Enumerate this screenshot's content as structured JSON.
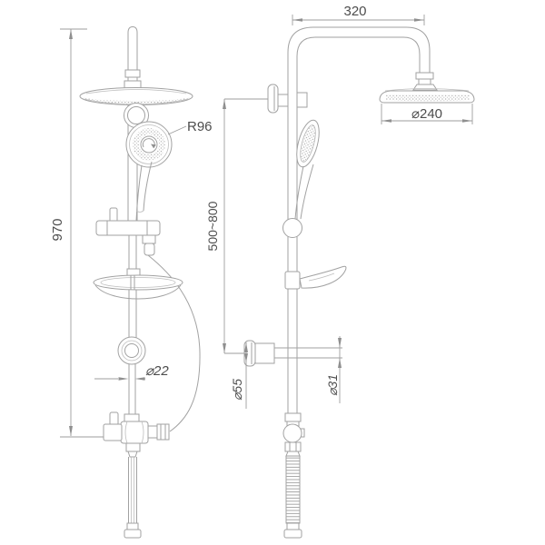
{
  "canvas": {
    "background": "#ffffff",
    "line_color": "#a2a2a2",
    "dimension_color": "#9e9e9e",
    "text_color": "#4d4d4d"
  },
  "diagram": {
    "type": "technical-drawing",
    "views": [
      {
        "name": "front-view"
      },
      {
        "name": "side-view"
      }
    ],
    "labels": {
      "overall_height": "970",
      "arm_reach": "320",
      "hand_shower_radius": "R96",
      "head_diameter": "⌀240",
      "rail_adjust_range": "500~800",
      "pipe_diameter": "⌀22",
      "flange_diameter": "⌀55",
      "bracket_arm_diameter": "⌀31"
    }
  }
}
